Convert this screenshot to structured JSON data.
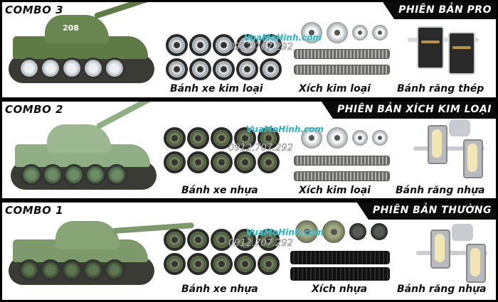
{
  "watermark": {
    "site": "VuaMoHinh.com",
    "phone": "0912.707.292"
  },
  "combos": [
    {
      "label": "COMBO 3",
      "version": "PHIÊN BẢN PRO",
      "tank_number": "208",
      "captions": {
        "wheels": "Bánh xe kim loại",
        "tracks": "Xích kim loại",
        "gearbox": "Bánh răng thép"
      },
      "wheel_material": "metal",
      "track_material": "metal",
      "colors": {
        "tank": "#5e7a45",
        "tank_dark": "#4a6436"
      }
    },
    {
      "label": "COMBO 2",
      "version": "PHIÊN BẢN XÍCH KIM LOẠI",
      "captions": {
        "wheels": "Bánh xe nhựa",
        "tracks": "Xích kim loại",
        "gearbox": "Bánh răng nhựa"
      },
      "wheel_material": "plastic",
      "track_material": "metal",
      "colors": {
        "tank": "#8fae84",
        "tank_dark": "#6e8c66"
      }
    },
    {
      "label": "COMBO 1",
      "version": "PHIÊN BẢN THƯỜNG",
      "captions": {
        "wheels": "Bánh xe nhựa",
        "tracks": "Xích nhựa",
        "gearbox": "Bánh răng nhựa"
      },
      "wheel_material": "plastic",
      "track_material": "plastic",
      "colors": {
        "tank": "#7c9a6a",
        "tank_dark": "#5b7650"
      }
    }
  ]
}
